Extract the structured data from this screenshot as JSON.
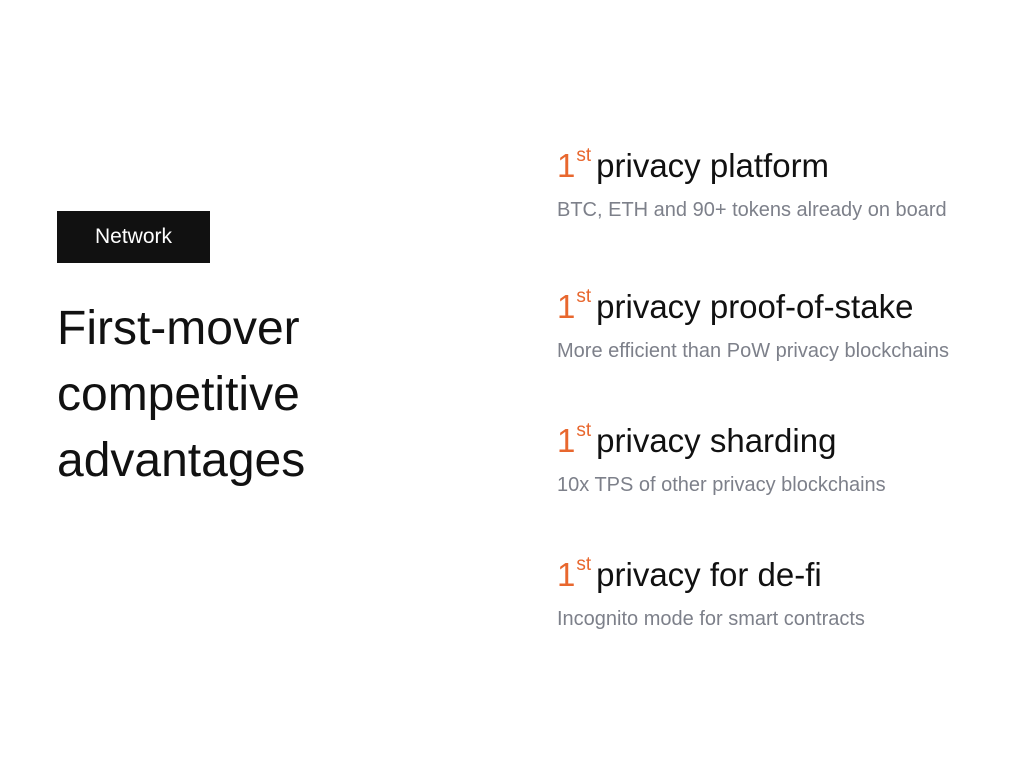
{
  "tag": {
    "label": "Network"
  },
  "headline": {
    "lines": [
      "First-mover",
      "competitive",
      "advantages"
    ]
  },
  "colors": {
    "accent": "#e8672e",
    "text": "#111111",
    "muted": "#7d808a",
    "tag_bg": "#111111"
  },
  "advantages": [
    {
      "rank": "1",
      "suffix": "st",
      "title": "privacy platform",
      "description": "BTC, ETH and 90+ tokens already on board"
    },
    {
      "rank": "1",
      "suffix": "st",
      "title": "privacy proof-of-stake",
      "description": "More efficient than PoW privacy blockchains"
    },
    {
      "rank": "1",
      "suffix": "st",
      "title": "privacy sharding",
      "description": "10x TPS of other privacy blockchains"
    },
    {
      "rank": "1",
      "suffix": "st",
      "title": "privacy for de-fi",
      "description": "Incognito mode for smart contracts"
    }
  ]
}
